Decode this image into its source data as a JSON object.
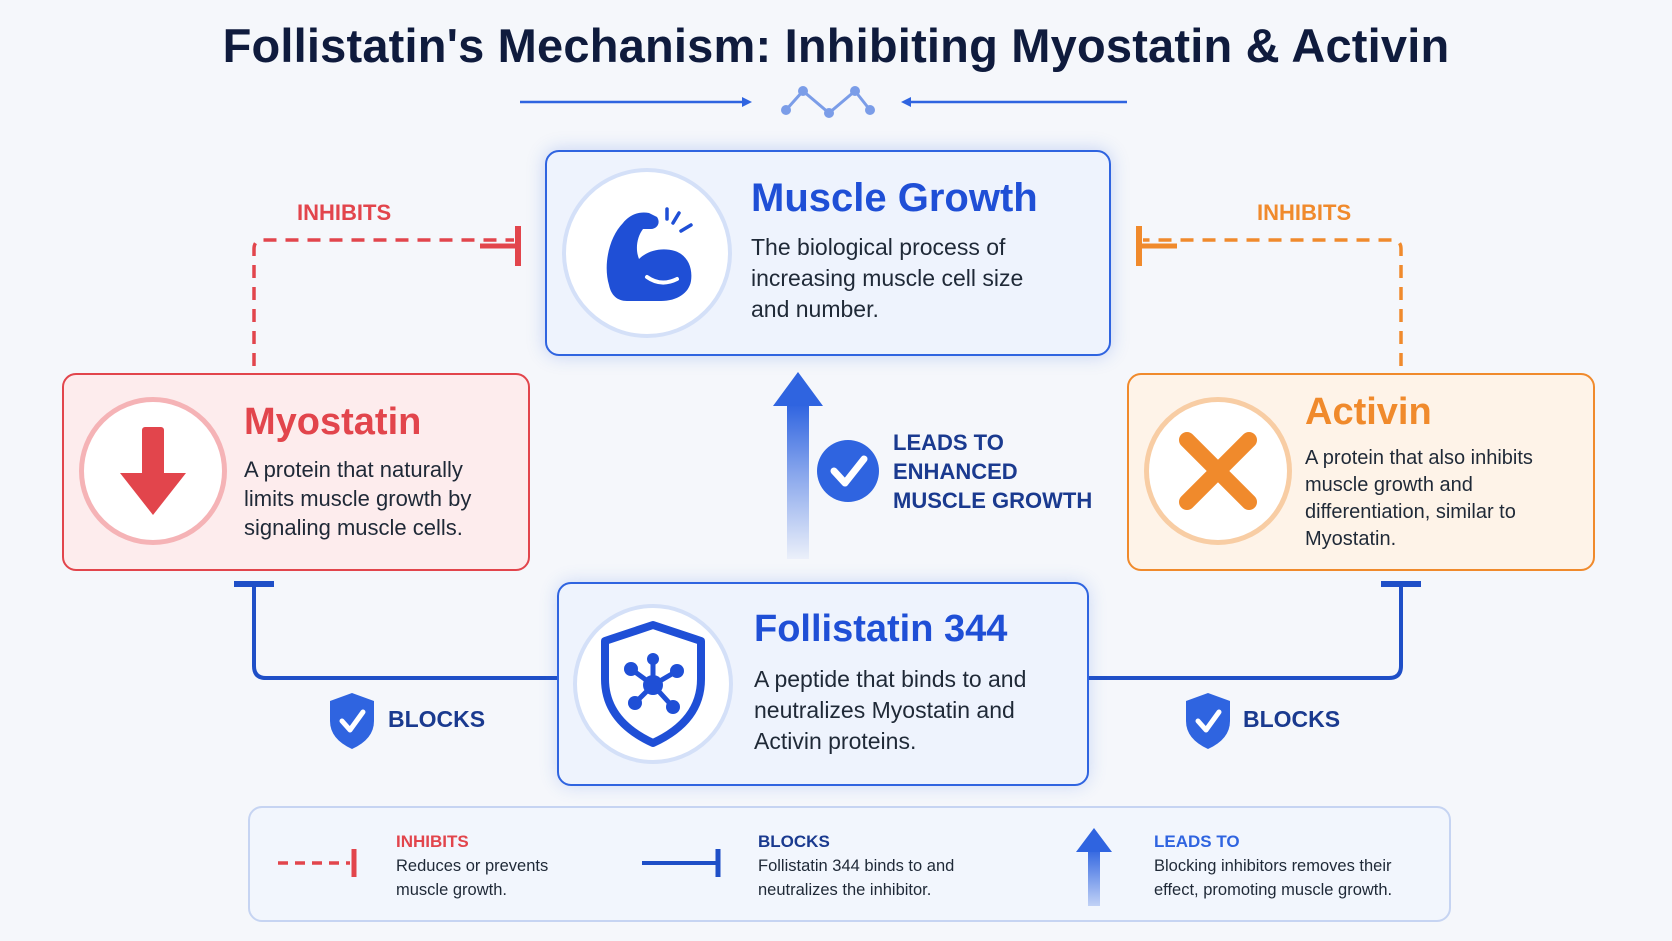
{
  "title": "Follistatin's Mechanism: Inhibiting Myostatin & Activin",
  "colors": {
    "inhibit_red": "#e2454c",
    "inhibit_orange": "#f08a2c",
    "blue": "#2f64e0",
    "dark_blue": "#1a3a8f"
  },
  "nodes": {
    "muscle_growth": {
      "heading": "Muscle Growth",
      "description": "The biological process of\nincreasing muscle cell size\nand number.",
      "icon": "flexed-bicep-icon"
    },
    "myostatin": {
      "heading": "Myostatin",
      "description": "A protein that naturally\nlimits muscle growth by\nsignaling muscle cells.",
      "icon": "down-arrow-icon"
    },
    "activin": {
      "heading": "Activin",
      "description": "A protein that also inhibits\nmuscle growth and\ndifferentiation, similar to\nMyostatin.",
      "icon": "x-mark-icon"
    },
    "follistatin": {
      "heading": "Follistatin 344",
      "description": "A peptide that binds to and\nneutralizes Myostatin and\nActivin proteins.",
      "icon": "molecule-shield-icon"
    }
  },
  "edges": {
    "myostatin_inhibits": "INHIBITS",
    "activin_inhibits": "INHIBITS",
    "blocks_myostatin": "BLOCKS",
    "blocks_activin": "BLOCKS",
    "leads_to": "LEADS TO\nENHANCED\nMUSCLE GROWTH"
  },
  "legend": [
    {
      "title": "INHIBITS",
      "description": "Reduces or prevents\nmuscle growth.",
      "icon": "dashed-inhibit-line-icon"
    },
    {
      "title": "BLOCKS",
      "description": "Follistatin 344 binds to and\nneutralizes the inhibitor.",
      "icon": "solid-block-line-icon"
    },
    {
      "title": "LEADS TO",
      "description": "Blocking inhibitors removes their\neffect, promoting muscle growth.",
      "icon": "up-arrow-icon"
    }
  ]
}
